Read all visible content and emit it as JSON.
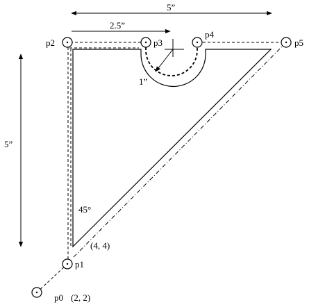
{
  "dimensions": {
    "top_width": "5”",
    "left_height": "5”",
    "half_width": "2.5”",
    "arc_radius": "1”"
  },
  "angle_label": "45°",
  "coordinate_label": "(4, 4)",
  "points": {
    "p0": "p0",
    "p0_coords": "(2, 2)",
    "p1": "p1",
    "p2": "p2",
    "p3": "p3",
    "p4": "p4",
    "p5": "p5"
  }
}
